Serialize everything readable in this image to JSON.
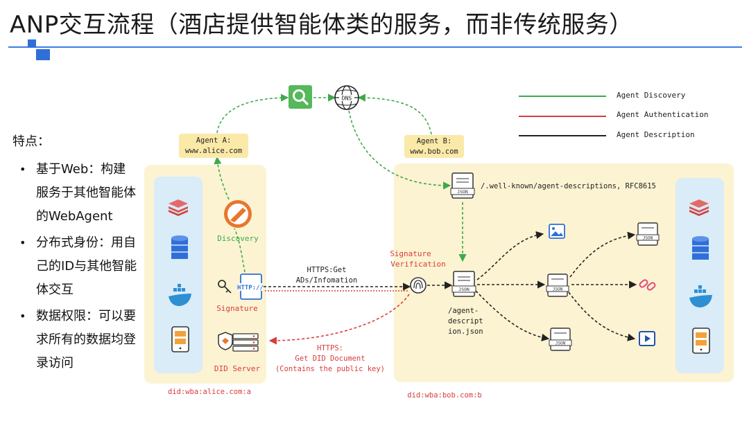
{
  "title": "ANP交互流程（酒店提供智能体类的服务，而非传统服务）",
  "features": {
    "heading": "特点：",
    "items": [
      "基于Web：构建服务于其他智能体的WebAgent",
      "分布式身份：用自己的ID与其他智能体交互",
      "数据权限：可以要求所有的数据均登录访问"
    ]
  },
  "legend": [
    {
      "label": "Agent Discovery",
      "color": "#3caa4a"
    },
    {
      "label": "Agent Authentication",
      "color": "#d93c3c"
    },
    {
      "label": "Agent Description",
      "color": "#222222"
    }
  ],
  "diagram": {
    "agent_a": {
      "line1": "Agent A:",
      "line2": "www.alice.com"
    },
    "agent_b": {
      "line1": "Agent B:",
      "line2": "www.bob.com"
    },
    "dns_label": "DNS",
    "discovery": "Discovery",
    "signature": "Signature",
    "http_badge": "HTTP://",
    "did_server": "DID Server",
    "did_a": "did:wba:alice.com:a",
    "did_b": "did:wba:bob.com:b",
    "well_known": "/.well-known/agent-descriptions, RFC8615",
    "sig_verify_1": "Signature",
    "sig_verify_2": "Verification",
    "https_get_1": "HTTPS:Get",
    "https_get_2": "ADs/Infomation",
    "https_did_1": "HTTPS:",
    "https_did_2": "Get DID Document",
    "https_did_3": "(Contains the public key)",
    "agent_desc_1": "/agent-",
    "agent_desc_2": "descript",
    "agent_desc_3": "ion.json",
    "json_tag": "JSON",
    "colors": {
      "green": "#3caa4a",
      "red": "#d93c3c",
      "panel": "#fcf3d2",
      "panel_side": "#d9ecf7",
      "label_bg": "#fbe9a8"
    }
  }
}
